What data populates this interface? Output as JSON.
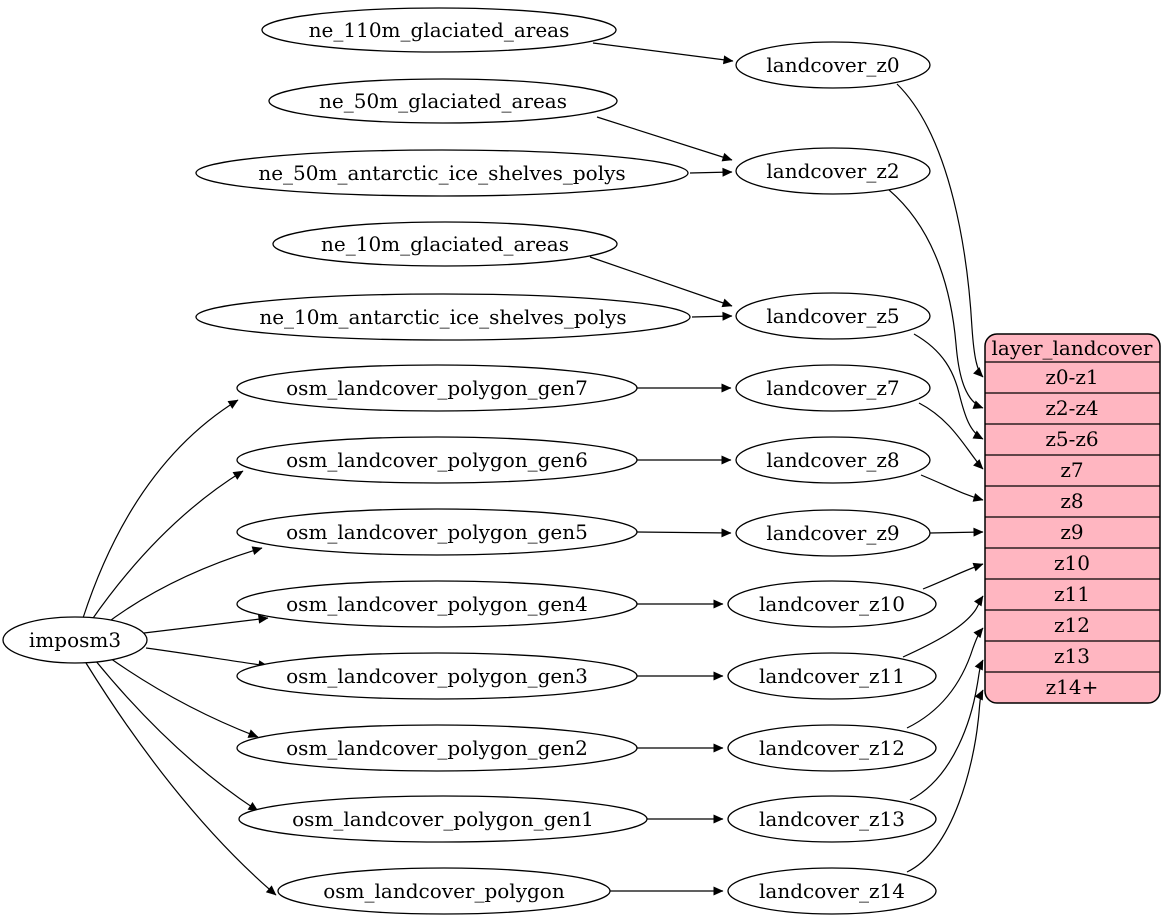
{
  "diagram_type": "graphviz-dependency-graph",
  "colors": {
    "background": "#ffffff",
    "node_fill": "#ffffff",
    "node_stroke": "#000000",
    "edge_color": "#000000",
    "table_fill": "#ffb6c1",
    "text_color": "#000000"
  },
  "nodes": {
    "imposm3": "imposm3",
    "ne_110m": "ne_110m_glaciated_areas",
    "ne_50m": "ne_50m_glaciated_areas",
    "ne_50m_antarctic": "ne_50m_antarctic_ice_shelves_polys",
    "ne_10m": "ne_10m_glaciated_areas",
    "ne_10m_antarctic": "ne_10m_antarctic_ice_shelves_polys",
    "gen7": "osm_landcover_polygon_gen7",
    "gen6": "osm_landcover_polygon_gen6",
    "gen5": "osm_landcover_polygon_gen5",
    "gen4": "osm_landcover_polygon_gen4",
    "gen3": "osm_landcover_polygon_gen3",
    "gen2": "osm_landcover_polygon_gen2",
    "gen1": "osm_landcover_polygon_gen1",
    "polygon": "osm_landcover_polygon",
    "z0": "landcover_z0",
    "z2": "landcover_z2",
    "z5": "landcover_z5",
    "z7": "landcover_z7",
    "z8": "landcover_z8",
    "z9": "landcover_z9",
    "z10": "landcover_z10",
    "z11": "landcover_z11",
    "z12": "landcover_z12",
    "z13": "landcover_z13",
    "z14": "landcover_z14"
  },
  "table": {
    "title": "layer_landcover",
    "rows": [
      "z0-z1",
      "z2-z4",
      "z5-z6",
      "z7",
      "z8",
      "z9",
      "z10",
      "z11",
      "z12",
      "z13",
      "z14+"
    ]
  },
  "edges": [
    {
      "from": "ne_110m_glaciated_areas",
      "to": "landcover_z0"
    },
    {
      "from": "ne_50m_glaciated_areas",
      "to": "landcover_z2"
    },
    {
      "from": "ne_50m_antarctic_ice_shelves_polys",
      "to": "landcover_z2"
    },
    {
      "from": "ne_10m_glaciated_areas",
      "to": "landcover_z5"
    },
    {
      "from": "ne_10m_antarctic_ice_shelves_polys",
      "to": "landcover_z5"
    },
    {
      "from": "imposm3",
      "to": "osm_landcover_polygon_gen7"
    },
    {
      "from": "imposm3",
      "to": "osm_landcover_polygon_gen6"
    },
    {
      "from": "imposm3",
      "to": "osm_landcover_polygon_gen5"
    },
    {
      "from": "imposm3",
      "to": "osm_landcover_polygon_gen4"
    },
    {
      "from": "imposm3",
      "to": "osm_landcover_polygon_gen3"
    },
    {
      "from": "imposm3",
      "to": "osm_landcover_polygon_gen2"
    },
    {
      "from": "imposm3",
      "to": "osm_landcover_polygon_gen1"
    },
    {
      "from": "imposm3",
      "to": "osm_landcover_polygon"
    },
    {
      "from": "osm_landcover_polygon_gen7",
      "to": "landcover_z7"
    },
    {
      "from": "osm_landcover_polygon_gen6",
      "to": "landcover_z8"
    },
    {
      "from": "osm_landcover_polygon_gen5",
      "to": "landcover_z9"
    },
    {
      "from": "osm_landcover_polygon_gen4",
      "to": "landcover_z10"
    },
    {
      "from": "osm_landcover_polygon_gen3",
      "to": "landcover_z11"
    },
    {
      "from": "osm_landcover_polygon_gen2",
      "to": "landcover_z12"
    },
    {
      "from": "osm_landcover_polygon_gen1",
      "to": "landcover_z13"
    },
    {
      "from": "osm_landcover_polygon",
      "to": "landcover_z14"
    },
    {
      "from": "landcover_z0",
      "to": "layer_landcover.z0-z1"
    },
    {
      "from": "landcover_z2",
      "to": "layer_landcover.z2-z4"
    },
    {
      "from": "landcover_z5",
      "to": "layer_landcover.z5-z6"
    },
    {
      "from": "landcover_z7",
      "to": "layer_landcover.z7"
    },
    {
      "from": "landcover_z8",
      "to": "layer_landcover.z8"
    },
    {
      "from": "landcover_z9",
      "to": "layer_landcover.z9"
    },
    {
      "from": "landcover_z10",
      "to": "layer_landcover.z10"
    },
    {
      "from": "landcover_z11",
      "to": "layer_landcover.z11"
    },
    {
      "from": "landcover_z12",
      "to": "layer_landcover.z12"
    },
    {
      "from": "landcover_z13",
      "to": "layer_landcover.z13"
    },
    {
      "from": "landcover_z14",
      "to": "layer_landcover.z14+"
    }
  ]
}
